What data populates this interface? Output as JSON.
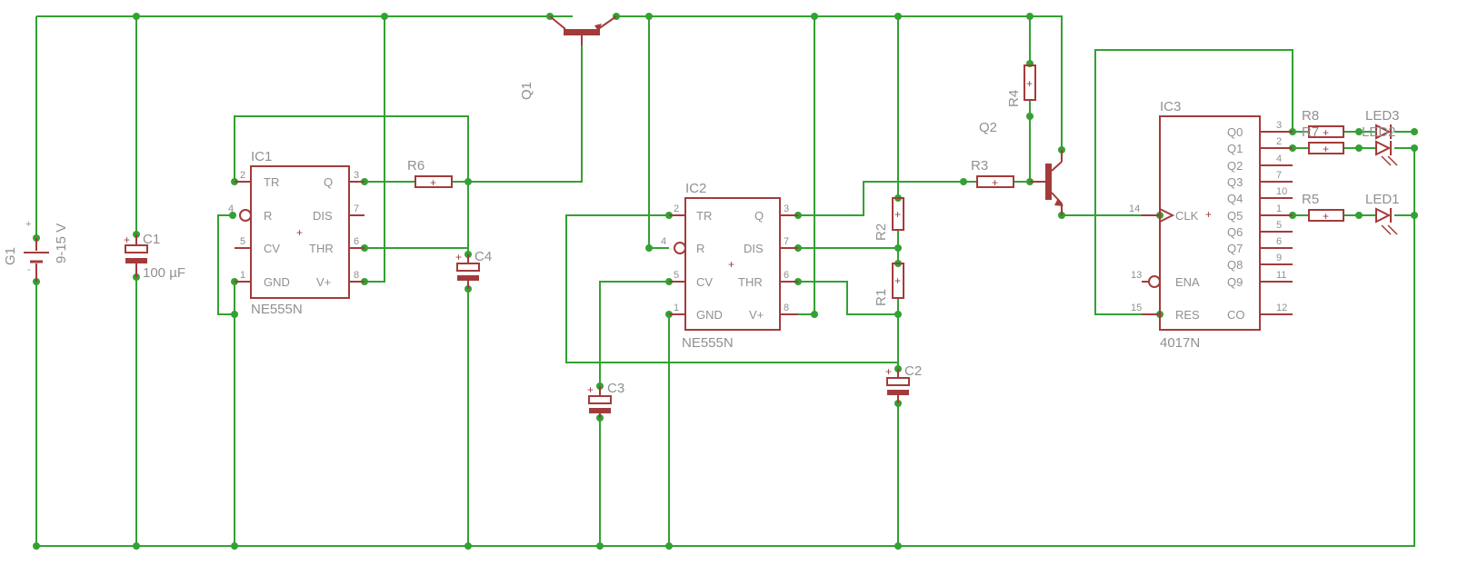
{
  "colors": {
    "wire": "#33a133",
    "component": "#a33b3b",
    "text": "#909090"
  },
  "components": {
    "G1": {
      "ref": "G1",
      "value": "9-15 V",
      "plus": "+",
      "minus": "-"
    },
    "C1": {
      "ref": "C1",
      "value": "100 µF",
      "plus": "+"
    },
    "C2": {
      "ref": "C2",
      "plus": "+"
    },
    "C3": {
      "ref": "C3",
      "plus": "+"
    },
    "C4": {
      "ref": "C4",
      "plus": "+"
    },
    "Q1": {
      "ref": "Q1"
    },
    "Q2": {
      "ref": "Q2"
    },
    "R1": {
      "ref": "R1"
    },
    "R2": {
      "ref": "R2"
    },
    "R3": {
      "ref": "R3"
    },
    "R4": {
      "ref": "R4"
    },
    "R5": {
      "ref": "R5"
    },
    "R6": {
      "ref": "R6"
    },
    "R7": {
      "ref": "R7"
    },
    "R8": {
      "ref": "R8"
    },
    "LED1": {
      "ref": "LED1"
    },
    "LED2": {
      "ref": "LED2"
    },
    "LED3": {
      "ref": "LED3"
    },
    "IC1": {
      "ref": "IC1",
      "value": "NE555N",
      "pins_left": [
        {
          "num": "2",
          "name": "TR"
        },
        {
          "num": "4",
          "name": "R"
        },
        {
          "num": "5",
          "name": "CV"
        },
        {
          "num": "1",
          "name": "GND"
        }
      ],
      "pins_right": [
        {
          "num": "3",
          "name": "Q"
        },
        {
          "num": "7",
          "name": "DIS"
        },
        {
          "num": "6",
          "name": "THR"
        },
        {
          "num": "8",
          "name": "V+"
        }
      ]
    },
    "IC2": {
      "ref": "IC2",
      "value": "NE555N",
      "pins_left": [
        {
          "num": "2",
          "name": "TR"
        },
        {
          "num": "4",
          "name": "R"
        },
        {
          "num": "5",
          "name": "CV"
        },
        {
          "num": "1",
          "name": "GND"
        }
      ],
      "pins_right": [
        {
          "num": "3",
          "name": "Q"
        },
        {
          "num": "7",
          "name": "DIS"
        },
        {
          "num": "6",
          "name": "THR"
        },
        {
          "num": "8",
          "name": "V+"
        }
      ]
    },
    "IC3": {
      "ref": "IC3",
      "value": "4017N",
      "pins_left": [
        {
          "num": "14",
          "name": "CLK"
        },
        {
          "num": "13",
          "name": "ENA"
        },
        {
          "num": "15",
          "name": "RES"
        }
      ],
      "pins_right": [
        {
          "num": "3",
          "name": "Q0"
        },
        {
          "num": "2",
          "name": "Q1"
        },
        {
          "num": "4",
          "name": "Q2"
        },
        {
          "num": "7",
          "name": "Q3"
        },
        {
          "num": "10",
          "name": "Q4"
        },
        {
          "num": "1",
          "name": "Q5"
        },
        {
          "num": "5",
          "name": "Q6"
        },
        {
          "num": "6",
          "name": "Q7"
        },
        {
          "num": "9",
          "name": "Q8"
        },
        {
          "num": "11",
          "name": "Q9"
        },
        {
          "num": "12",
          "name": "CO"
        }
      ]
    }
  }
}
